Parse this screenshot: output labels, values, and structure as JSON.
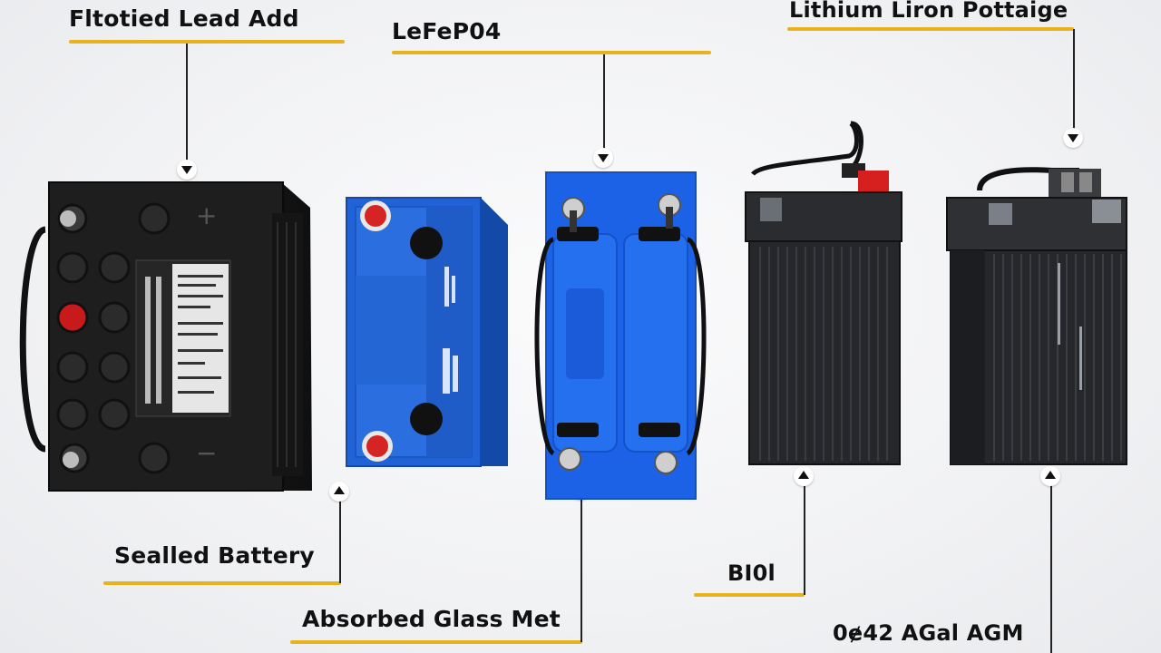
{
  "labels": {
    "flooded": "Fltotied Lead Add",
    "lifepo4": "LeFeP04",
    "lithium": "Lithium Liron  Pottaige",
    "sealed": "Sealled Battery",
    "agm_glass": "Absorbed Glass Met",
    "biol": "BI0l",
    "gel_agm": "0ɇ42 AGal AGM"
  },
  "colors": {
    "accent_underline": "#e8b21f",
    "lead_acid_case": "#1c1c1c",
    "lifepo4_case": "#1f5fd6",
    "lithium_case": "#2a2b2e",
    "terminal_red": "#d62020"
  }
}
